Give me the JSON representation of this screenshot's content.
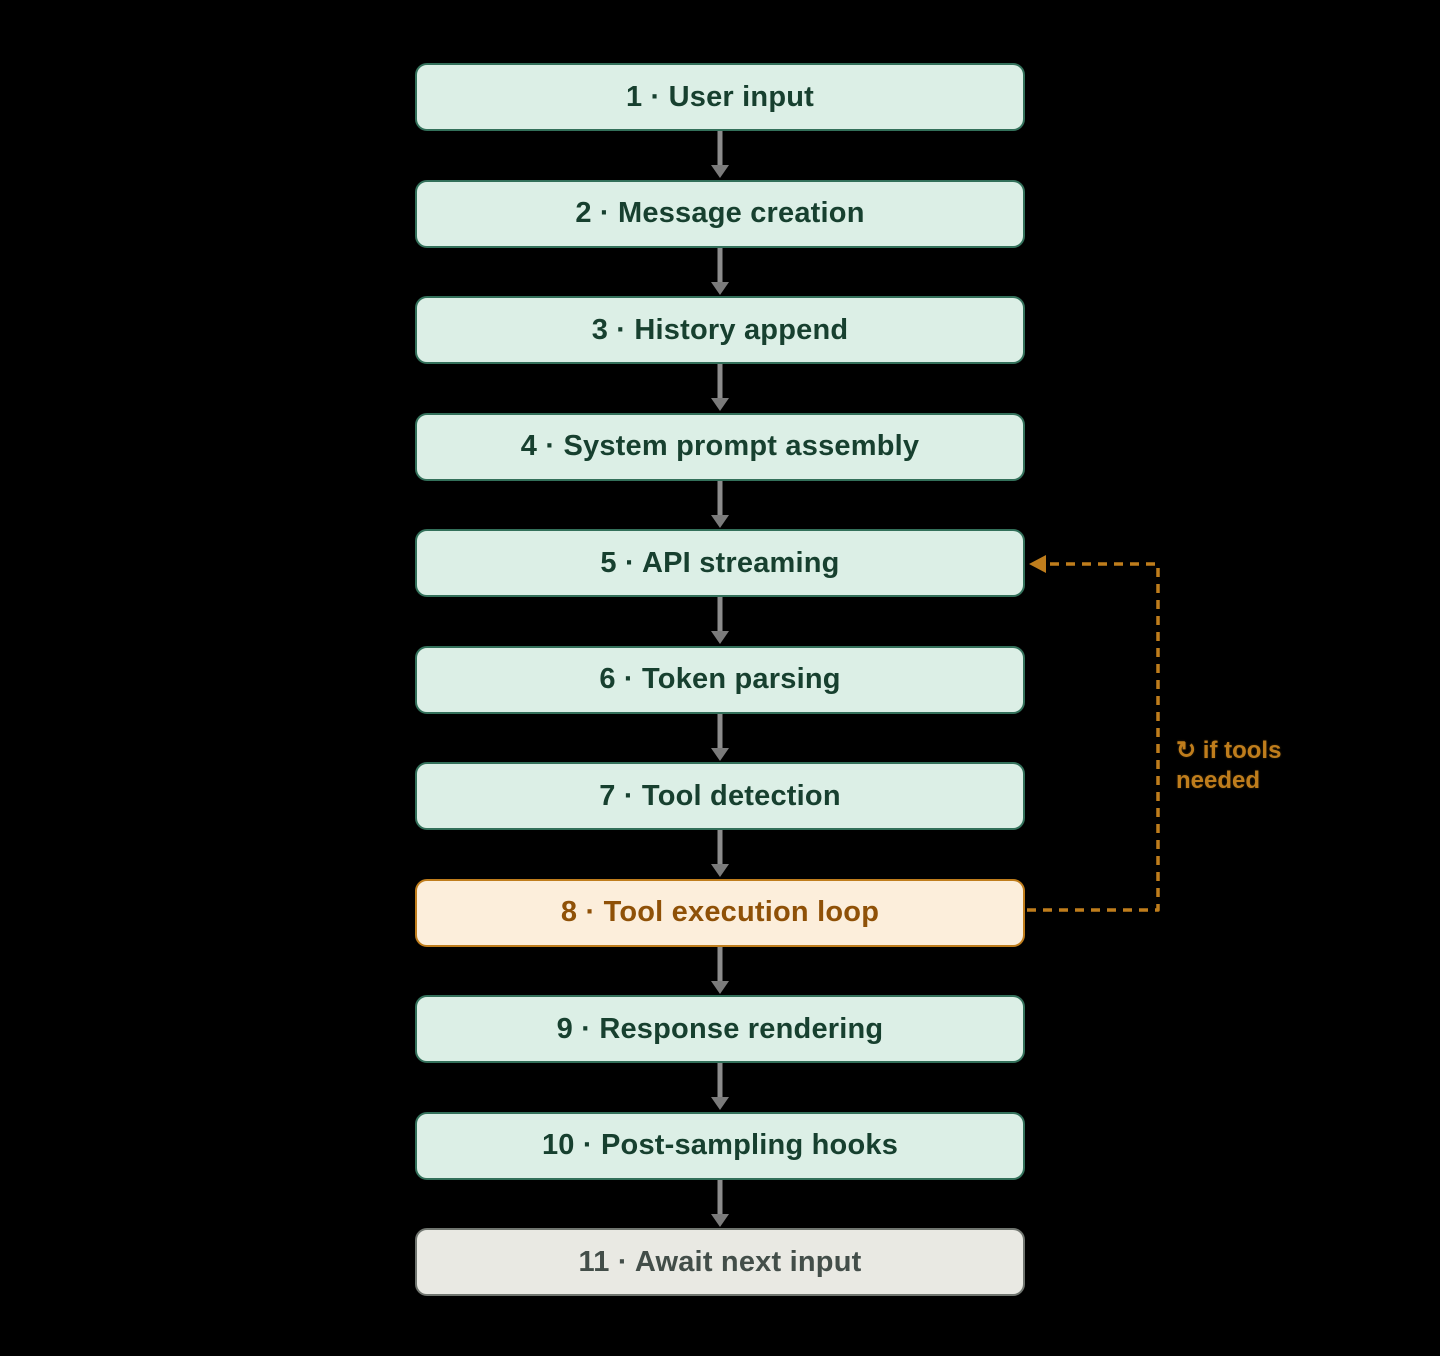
{
  "diagram": {
    "nodes": [
      {
        "label": "1 · User input"
      },
      {
        "label": "2 · Message creation"
      },
      {
        "label": "3 · History append"
      },
      {
        "label": "4 · System prompt assembly"
      },
      {
        "label": "5 · API streaming"
      },
      {
        "label": "6 · Token parsing"
      },
      {
        "label": "7 · Tool detection"
      },
      {
        "label": "8 · Tool execution loop"
      },
      {
        "label": "9 · Response rendering"
      },
      {
        "label": "10 · Post-sampling hooks"
      },
      {
        "label": "11 · Await next input"
      }
    ],
    "loop_annotation": "↻ if tools needed",
    "colors": {
      "background": "#000000",
      "node_bg": "#dcefe6",
      "node_border": "#33705a",
      "node_text": "#17402f",
      "highlight_bg": "#fceedb",
      "highlight_border": "#bf7d1c",
      "highlight_text": "#8f5107",
      "end_bg": "#e9e9e3",
      "end_border": "#70756f",
      "end_text": "#434e49",
      "arrow": "#8c8c8c",
      "loop": "#bf7d1c"
    }
  }
}
